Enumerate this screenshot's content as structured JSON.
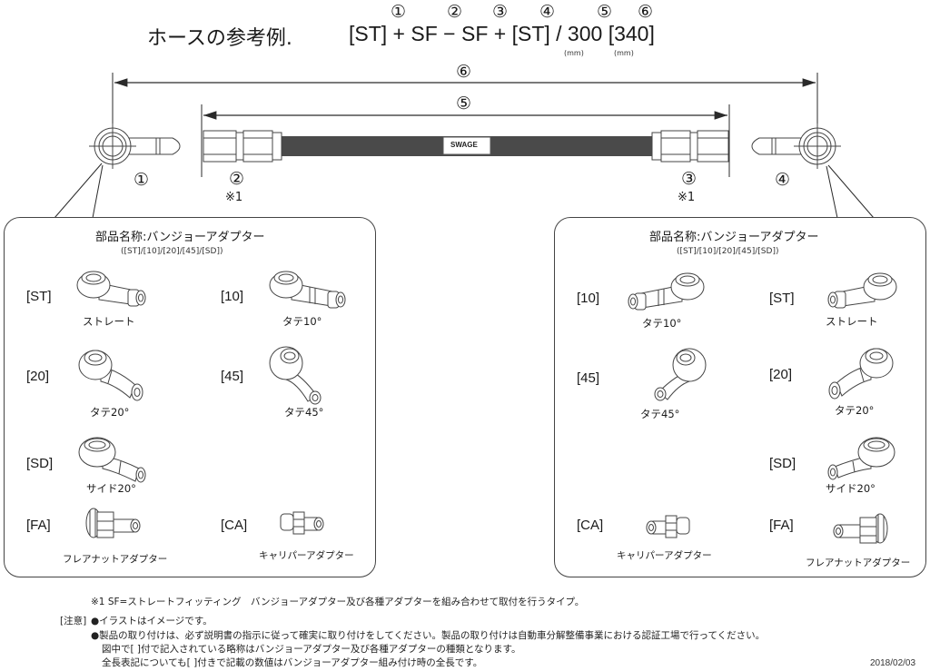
{
  "header": {
    "title": "ホースの参考例.",
    "formula": "[ST] + SF − SF + [ST] / 300 [340]",
    "markers": [
      "①",
      "②",
      "③",
      "④",
      "⑤",
      "⑥"
    ],
    "unit_300": "(mm)",
    "unit_340": "(mm)"
  },
  "diagram": {
    "overall_length_marker": "⑥",
    "hose_length_marker": "⑤",
    "part_markers": {
      "p1": "①",
      "p2": "②",
      "p3": "③",
      "p4": "④"
    },
    "note_ref_2": "※1",
    "note_ref_3": "※1",
    "hose_label": "SWAGE",
    "colors": {
      "hose": "#4a4a4a",
      "line": "#2a2a2a",
      "panel_border": "#444444"
    }
  },
  "left_panel": {
    "title": "部品名称:バンジョーアダプター",
    "subtitle": "([ST]/[10]/[20]/[45]/[SD])",
    "items": [
      {
        "code": "[ST]",
        "name": "ストレート",
        "icon": "banjo-straight-icon"
      },
      {
        "code": "[10]",
        "name": "タテ10°",
        "icon": "banjo-vertical-10-icon"
      },
      {
        "code": "[20]",
        "name": "タテ20°",
        "icon": "banjo-vertical-20-icon"
      },
      {
        "code": "[45]",
        "name": "タテ45°",
        "icon": "banjo-vertical-45-icon"
      },
      {
        "code": "[SD]",
        "name": "サイド20°",
        "icon": "banjo-side-20-icon"
      },
      {
        "code": "[FA]",
        "name": "フレアナットアダプター",
        "icon": "flare-nut-adapter-icon"
      },
      {
        "code": "[CA]",
        "name": "キャリパーアダプター",
        "icon": "caliper-adapter-icon"
      }
    ]
  },
  "right_panel": {
    "title": "部品名称:バンジョーアダプター",
    "subtitle": "([ST]/[10]/[20]/[45]/[SD])",
    "items": [
      {
        "code": "[10]",
        "name": "タテ10°",
        "icon": "banjo-vertical-10-icon"
      },
      {
        "code": "[ST]",
        "name": "ストレート",
        "icon": "banjo-straight-icon"
      },
      {
        "code": "[45]",
        "name": "タテ45°",
        "icon": "banjo-vertical-45-icon"
      },
      {
        "code": "[20]",
        "name": "タテ20°",
        "icon": "banjo-vertical-20-icon"
      },
      {
        "code": "[SD]",
        "name": "サイド20°",
        "icon": "banjo-side-20-icon"
      },
      {
        "code": "[CA]",
        "name": "キャリパーアダプター",
        "icon": "caliper-adapter-icon"
      },
      {
        "code": "[FA]",
        "name": "フレアナットアダプター",
        "icon": "flare-nut-adapter-icon"
      }
    ]
  },
  "footnotes": {
    "note1": "※1  SF=ストレートフィッティング　バンジョーアダプター及び各種アダプターを組み合わせて取付を行うタイプ。",
    "caution_label": "[注意]",
    "caution1": "●イラストはイメージです。",
    "caution2": "●製品の取り付けは、必ず説明書の指示に従って確実に取り付けをしてください。製品の取り付けは自動車分解整備事業における認証工場で行ってください。",
    "caution3": "図中で[ ]付で記入されている略称はバンジョーアダプター及び各種アダプターの種類となります。",
    "caution4": "全長表記についても[ ]付きで記載の数値はバンジョーアダプター組み付け時の全長です。",
    "date": "2018/02/03"
  }
}
